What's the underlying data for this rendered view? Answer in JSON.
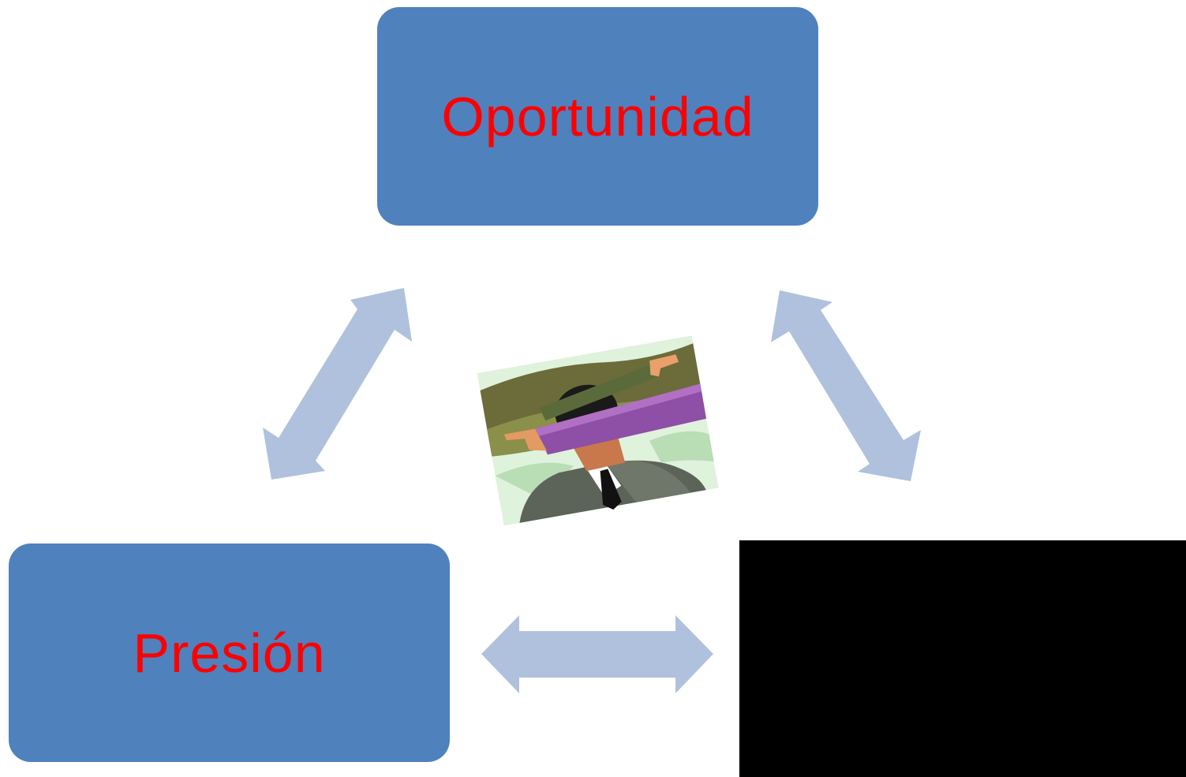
{
  "diagram": {
    "nodes": {
      "top": {
        "label": "Oportunidad"
      },
      "left": {
        "label": "Presión"
      },
      "right": {
        "label": ""
      }
    },
    "connectors": [
      {
        "from": "top",
        "to": "left",
        "type": "double-arrow"
      },
      {
        "from": "top",
        "to": "right",
        "type": "double-arrow"
      },
      {
        "from": "left",
        "to": "right",
        "type": "double-arrow"
      }
    ],
    "center_image": "clipart-businessman-pointing-arms-icon"
  },
  "colors": {
    "box_fill": "#4f81bd",
    "label_text": "#ff0000",
    "arrow_fill": "#b0c1de",
    "redacted_fill": "#000000"
  }
}
